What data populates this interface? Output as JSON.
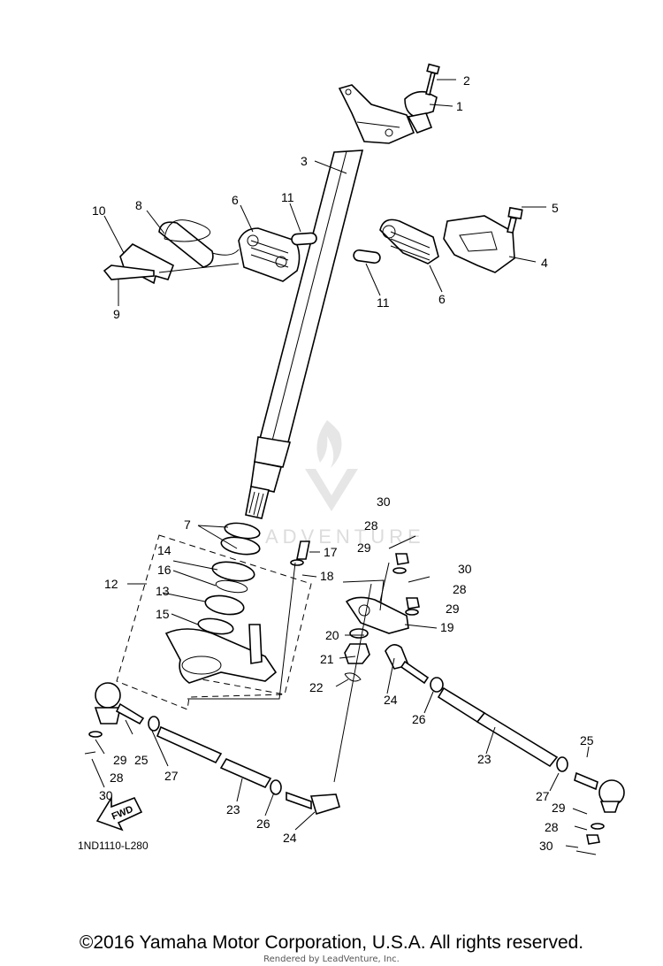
{
  "diagram_code": "1ND1110-L280",
  "fwd_label": "FWD",
  "watermark": {
    "text": "ADVENTURE"
  },
  "copyright": "©2016 Yamaha Motor Corporation, U.S.A. All rights reserved.",
  "rendered_by": "Rendered by LeadVenture, Inc.",
  "callouts": [
    {
      "id": "c2a",
      "text": "2"
    },
    {
      "id": "c1a",
      "text": "1"
    },
    {
      "id": "c3a",
      "text": "3"
    },
    {
      "id": "c10a",
      "text": "10"
    },
    {
      "id": "c8a",
      "text": "8"
    },
    {
      "id": "c6a",
      "text": "6"
    },
    {
      "id": "c11a",
      "text": "11"
    },
    {
      "id": "c5a",
      "text": "5"
    },
    {
      "id": "c4a",
      "text": "4"
    },
    {
      "id": "c9a",
      "text": "9"
    },
    {
      "id": "c11b",
      "text": "11"
    },
    {
      "id": "c6b",
      "text": "6"
    },
    {
      "id": "c30a",
      "text": "30"
    },
    {
      "id": "c7a",
      "text": "7"
    },
    {
      "id": "c28a",
      "text": "28"
    },
    {
      "id": "c29a",
      "text": "29"
    },
    {
      "id": "c17a",
      "text": "17"
    },
    {
      "id": "c14a",
      "text": "14"
    },
    {
      "id": "c30b",
      "text": "30"
    },
    {
      "id": "c18a",
      "text": "18"
    },
    {
      "id": "c16a",
      "text": "16"
    },
    {
      "id": "c12a",
      "text": "12"
    },
    {
      "id": "c28b",
      "text": "28"
    },
    {
      "id": "c13a",
      "text": "13"
    },
    {
      "id": "c29b",
      "text": "29"
    },
    {
      "id": "c15a",
      "text": "15"
    },
    {
      "id": "c19a",
      "text": "19"
    },
    {
      "id": "c20a",
      "text": "20"
    },
    {
      "id": "c21a",
      "text": "21"
    },
    {
      "id": "c22a",
      "text": "22"
    },
    {
      "id": "c24a",
      "text": "24"
    },
    {
      "id": "c26a",
      "text": "26"
    },
    {
      "id": "c25a",
      "text": "25"
    },
    {
      "id": "c29c",
      "text": "29"
    },
    {
      "id": "c28c",
      "text": "28"
    },
    {
      "id": "c27a",
      "text": "27"
    },
    {
      "id": "c23a",
      "text": "23"
    },
    {
      "id": "c30c",
      "text": "30"
    },
    {
      "id": "c23b",
      "text": "23"
    },
    {
      "id": "c26b",
      "text": "26"
    },
    {
      "id": "c24b",
      "text": "24"
    },
    {
      "id": "c25b",
      "text": "25"
    },
    {
      "id": "c27b",
      "text": "27"
    },
    {
      "id": "c29d",
      "text": "29"
    },
    {
      "id": "c28d",
      "text": "28"
    },
    {
      "id": "c30d",
      "text": "30"
    }
  ]
}
